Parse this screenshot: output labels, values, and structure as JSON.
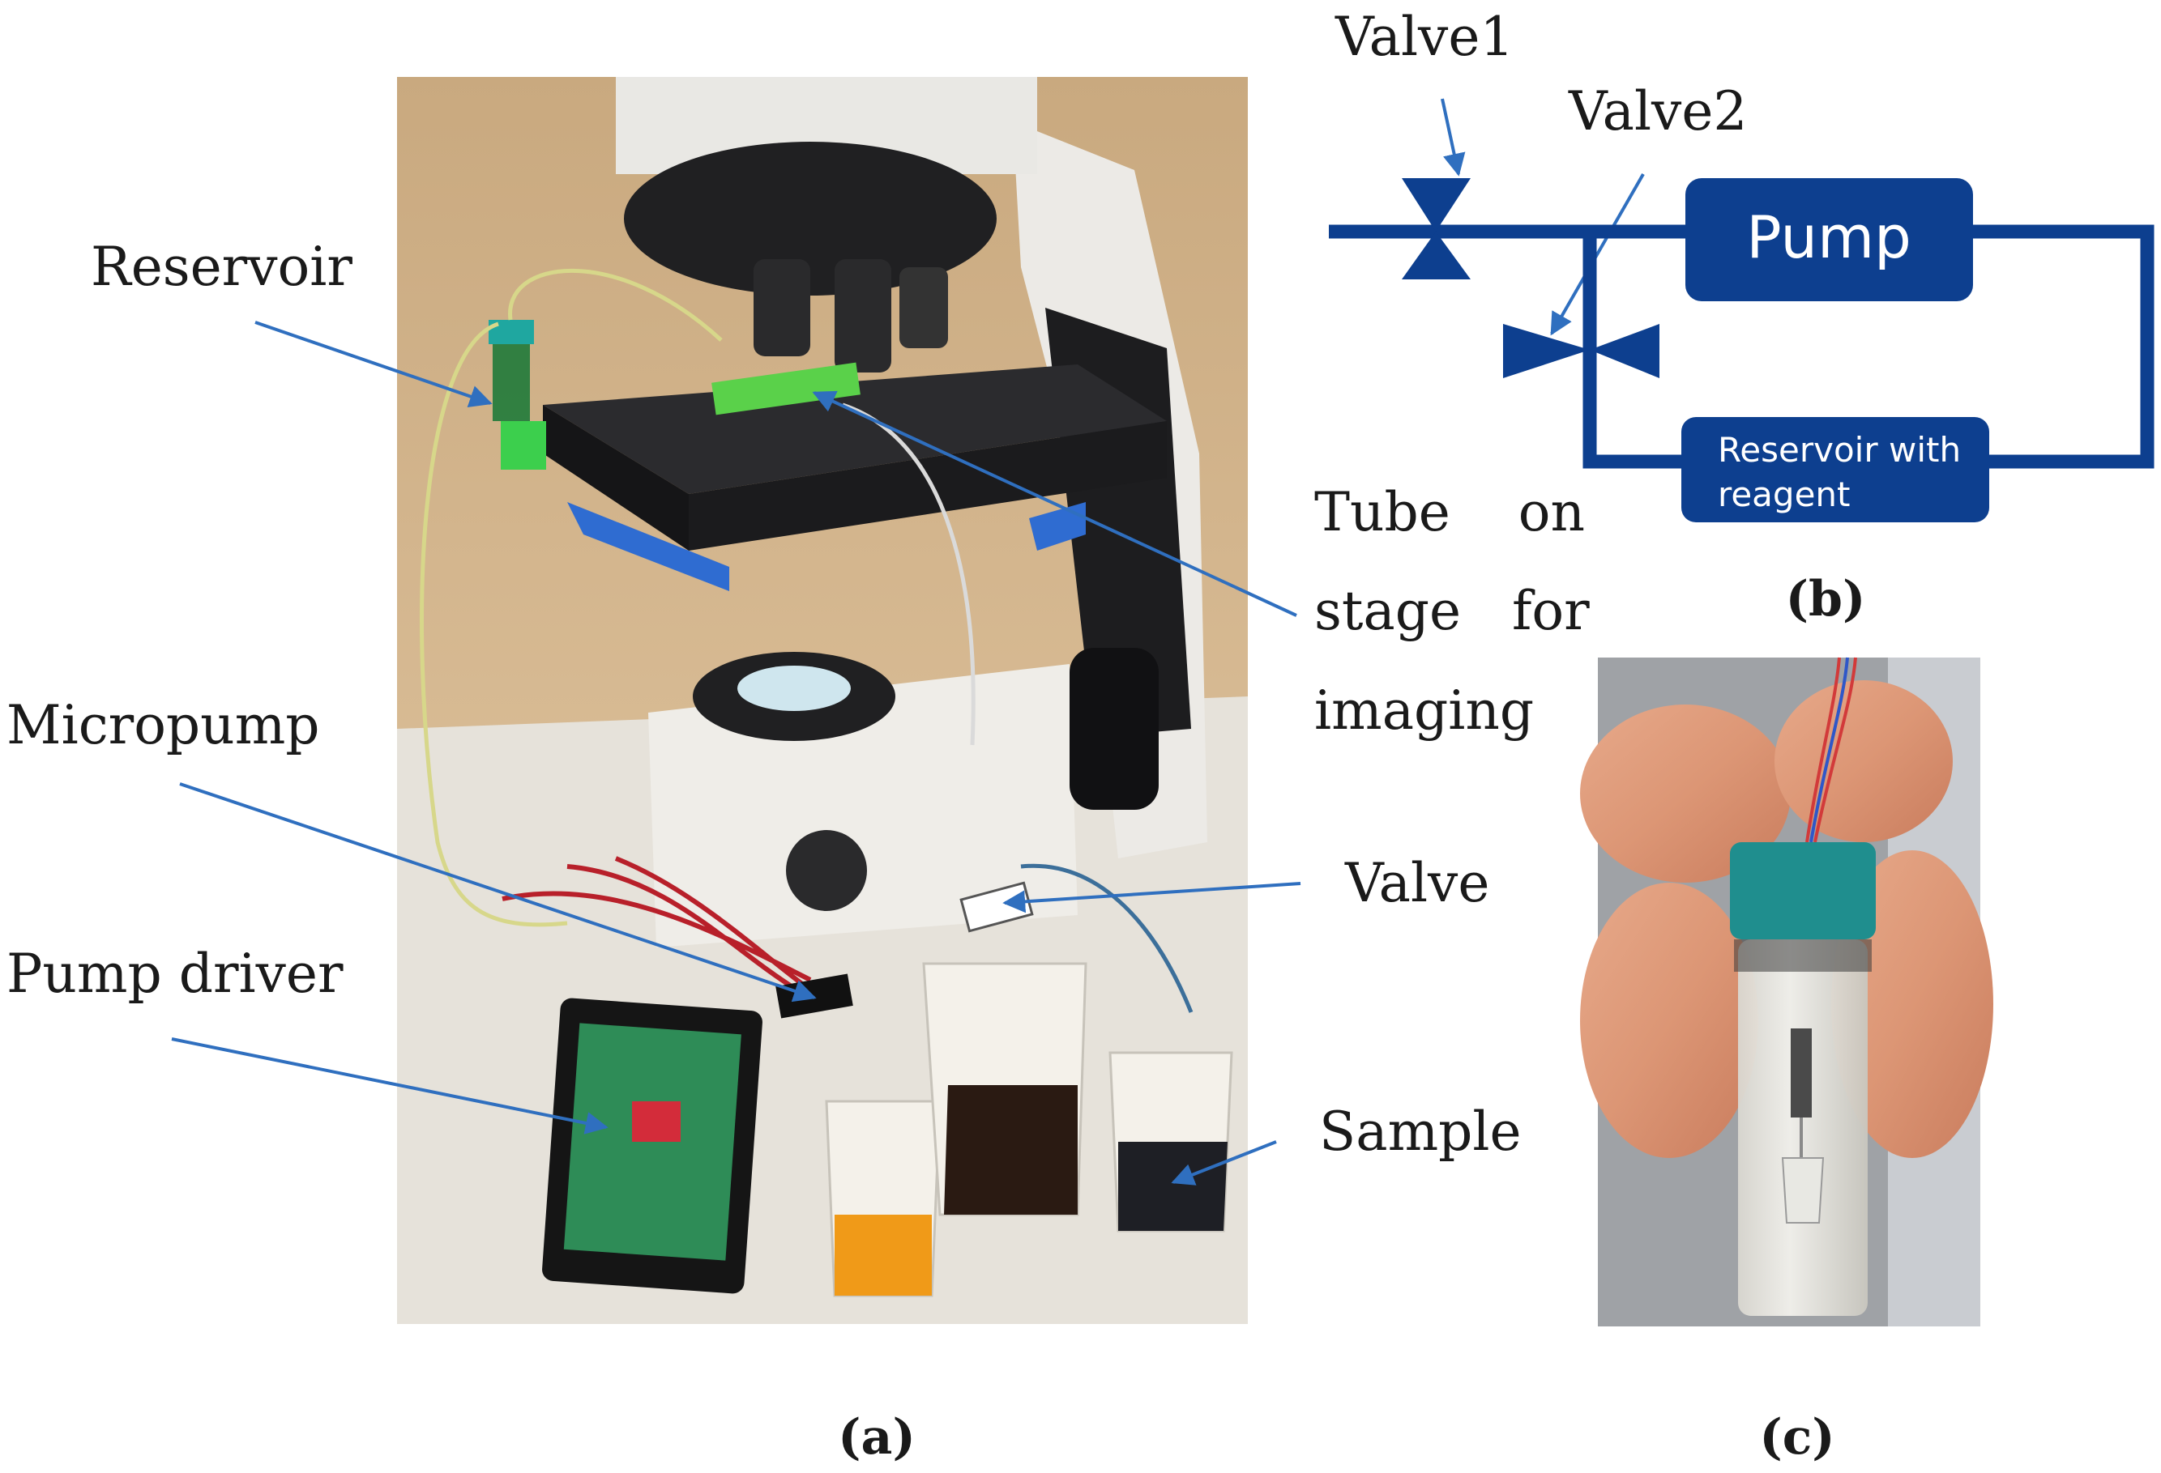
{
  "panel_a": {
    "labels": {
      "reservoir": "Reservoir",
      "micropump": "Micropump",
      "pump_driver": "Pump driver",
      "tube_line1": "Tube    on",
      "tube_line2": "stage   for",
      "tube_line3": "imaging",
      "valve": "Valve",
      "sample": "Sample"
    },
    "caption": "(a)"
  },
  "panel_b": {
    "valve1": "Valve1",
    "valve2": "Valve2",
    "pump": "Pump",
    "reservoir_line1": "Reservoir with",
    "reservoir_line2": "reagent",
    "caption": "(b)"
  },
  "panel_c": {
    "caption": "(c)"
  },
  "colors": {
    "diagram_blue": "#0d3f8f",
    "arrow_blue": "#2f6fbf",
    "label_text": "#1a1a1a"
  }
}
